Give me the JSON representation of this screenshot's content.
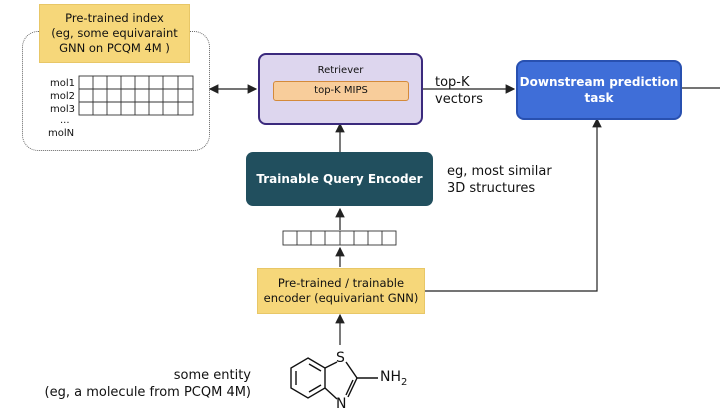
{
  "index": {
    "title_lines": [
      "Pre-trained index",
      "(eg, some equivaraint",
      "GNN on PCQM 4M )"
    ],
    "mol_labels": [
      "mol1",
      "mol2",
      "mol3",
      "...",
      "molN"
    ]
  },
  "retriever": {
    "label": "Retriever",
    "mips_label": "top-K MIPS"
  },
  "topk_note": {
    "line1": "top-K",
    "line2": "vectors"
  },
  "downstream": {
    "line1": "Downstream prediction",
    "line2": "task"
  },
  "query_encoder": {
    "label": "Trainable Query Encoder"
  },
  "similar_note": {
    "line1": "eg, most similar",
    "line2": "3D structures"
  },
  "pretrained_encoder": {
    "line1": "Pre-trained / trainable",
    "line2": "encoder (equivariant GNN)"
  },
  "entity_note": {
    "line1": "some entity",
    "line2": "(eg, a molecule from PCQM 4M)"
  },
  "molecule": {
    "atom_s": "S",
    "atom_n": "N",
    "substituent": "NH",
    "subscript": "2"
  },
  "colors": {
    "index_fill": "#f6d77a",
    "retriever_fill": "#ddd6ee",
    "retriever_border": "#3b2a7d",
    "mips_fill": "#f8cd9b",
    "downstream_fill": "#3f6ed8",
    "query_encoder_fill": "#214f5e"
  }
}
